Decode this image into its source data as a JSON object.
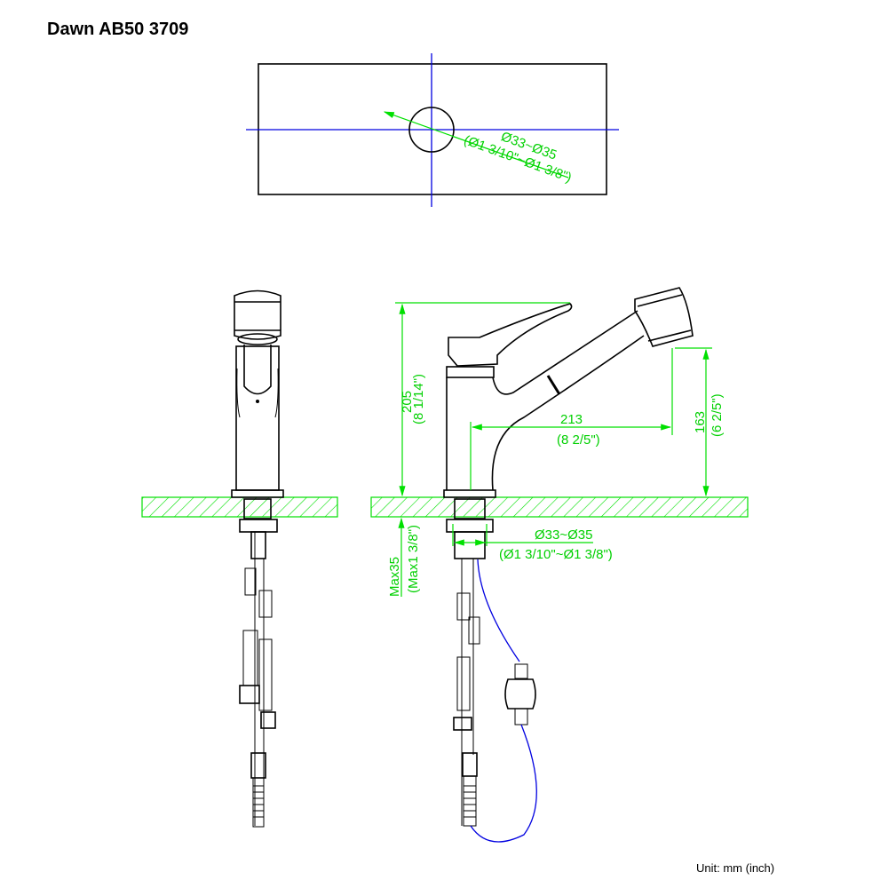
{
  "title": "Dawn AB50 3709",
  "unit_note": "Unit: mm (inch)",
  "colors": {
    "dimension": "#00e000",
    "centerline": "#0000e0",
    "outline": "#000000"
  },
  "top_view": {
    "hole_dia": "Ø33~Ø35",
    "hole_dia_inch": "(Ø1 3/10\"~Ø1 3/8\")"
  },
  "side_view": {
    "height": "205",
    "height_inch": "(8 1/14\")",
    "reach": "213",
    "reach_inch": "(8 2/5\")",
    "spout_height": "163",
    "spout_height_inch": "(6 2/5\")",
    "deck_thickness": "Max35",
    "deck_thickness_inch": "(Max1 3/8\")",
    "hole_dia": "Ø33~Ø35",
    "hole_dia_inch": "(Ø1 3/10\"~Ø1 3/8\")"
  }
}
